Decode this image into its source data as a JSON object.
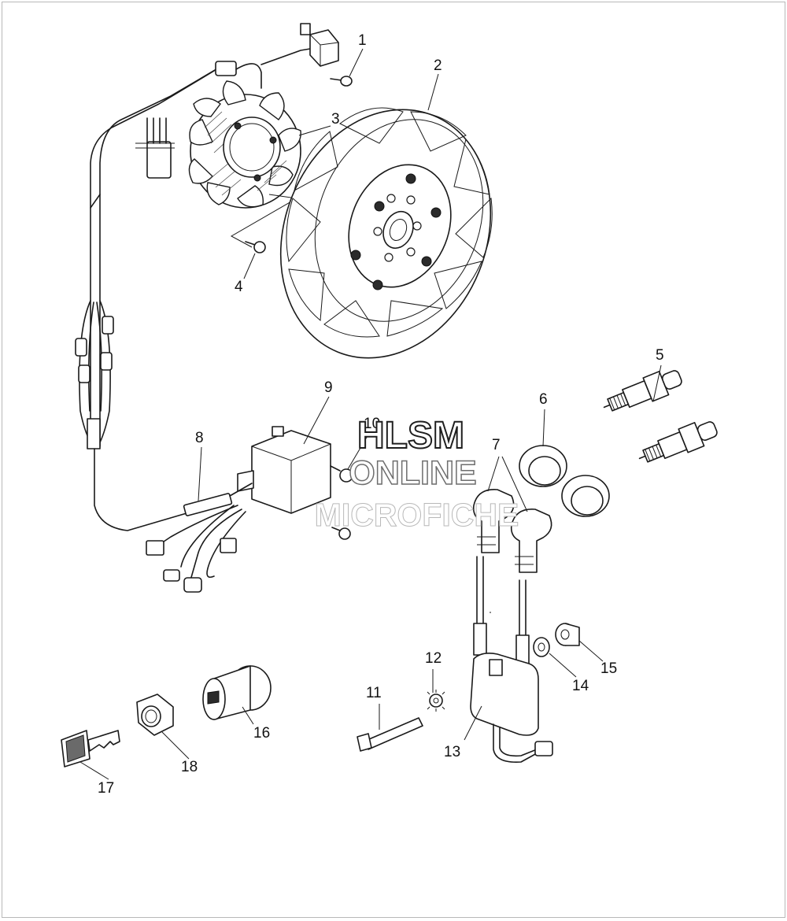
{
  "callouts": [
    "1",
    "2",
    "3",
    "4",
    "5",
    "6",
    "7",
    "8",
    "9",
    "10",
    "11",
    "12",
    "13",
    "14",
    "15",
    "16",
    "17",
    "18"
  ],
  "watermark": {
    "line1": "HLSM",
    "line2": "ONLINE",
    "line3": "MICROFICHE"
  }
}
